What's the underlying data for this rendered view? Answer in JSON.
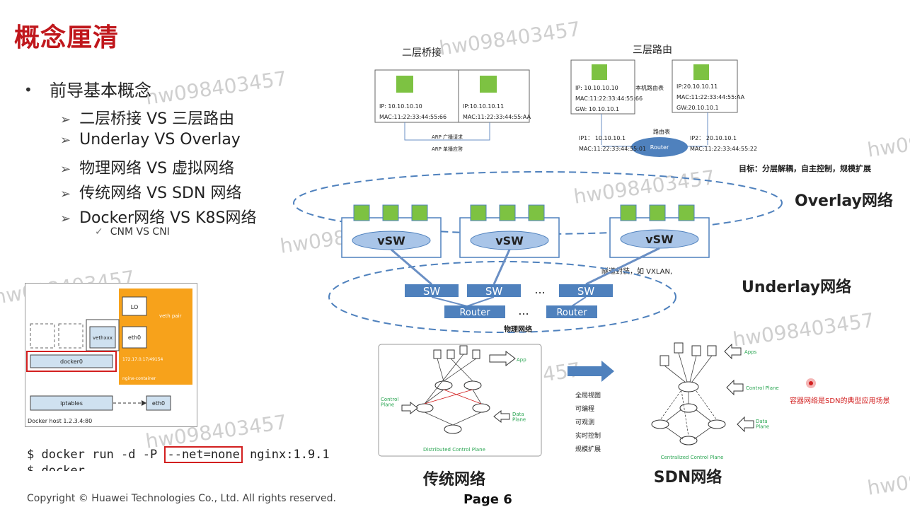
{
  "slide": {
    "title": "概念厘清",
    "bullet": "前导基本概念",
    "subitems": [
      "二层桥接 VS 三层路由",
      "Underlay VS Overlay",
      "物理网络 VS 虚拟网络",
      "传统网络 VS SDN 网络",
      "Docker网络 VS K8S网络"
    ],
    "subsub": "CNM VS CNI",
    "command_prefix": "$ docker run -d -P ",
    "command_highlight": "--net=none",
    "command_suffix": " nginx:1.9.1",
    "command_next": "$ docker",
    "copyright": "Copyright © Huawei Technologies Co., Ltd. All rights reserved.",
    "page": "Page 6",
    "watermark": "hw098403457"
  },
  "docker_diagram": {
    "lo": "LO",
    "veth_pair": "veth pair",
    "vethxxx": "vethxxx",
    "eth0": "eth0",
    "ip": "172.17.0.17/49154",
    "container": "nginx-container",
    "docker0": "docker0",
    "iptables": "iptables",
    "eth0_host": "eth0",
    "host": "Docker host 1.2.3.4:80"
  },
  "bridge_diagram": {
    "title": "二层桥接",
    "host1_ip": "IP:  10.10.10.10",
    "host1_mac": "MAC:11:22:33:44:55:66",
    "host2_ip": "IP:10.10.10.11",
    "host2_mac": "MAC:11:22:33:44:55:AA",
    "arp_req": "ARP 广播请求",
    "arp_resp": "ARP 单播应答"
  },
  "route_diagram": {
    "title": "三层路由",
    "host1_ip": "IP:  10.10.10.10",
    "host1_mac": "MAC:11:22:33:44:55:66",
    "host1_gw": "GW: 10.10.10.1",
    "local_table": "本机路由表",
    "host2_ip": "IP:20.10.10.11",
    "host2_mac": "MAC:11:22:33:44:55:AA",
    "host2_gw": "GW:20.10.10.1",
    "route_table": "路由表",
    "router": "Router",
    "ip1": "IP1：  10.10.10.1",
    "mac1": "MAC:11:22:33:44:55:01",
    "ip2": "IP2：  20.10.10.1",
    "mac2": "MAC:11:22:33:44:55:22"
  },
  "goal": "目标：分层解耦，自主控制，规模扩展",
  "overlay": {
    "vsw": "vSW",
    "label": "Overlay网络",
    "tunnel": "隧道封装，如 VXLAN,"
  },
  "underlay": {
    "sw": "SW",
    "router": "Router",
    "ellipsis": "...",
    "physical": "物理网络",
    "label": "Underlay网络"
  },
  "traditional": {
    "app": "App",
    "control_plane": "Control\nPlane",
    "data_plane": "Data\nPlane",
    "distributed": "Distributed Control Plane",
    "label": "传统网络"
  },
  "features": [
    "全局视图",
    "可编程",
    "可观测",
    "实时控制",
    "规模扩展"
  ],
  "sdn": {
    "apps": "Apps",
    "control_plane": "Control Plane",
    "data_plane": "Data\nPlane",
    "centralized": "Centralized Control Plane",
    "label": "SDN网络"
  },
  "annotation": "容器网络是SDN的典型应用场景",
  "colors": {
    "title": "#c0171c",
    "green": "#7dc242",
    "blue": "#4f81bd",
    "orange": "#f7a21b"
  }
}
